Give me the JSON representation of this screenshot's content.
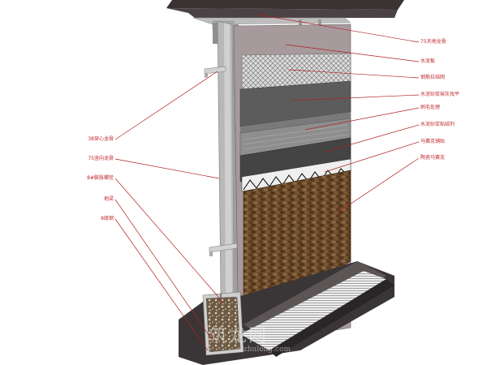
{
  "labels_right": [
    {
      "id": "r1",
      "text": "75天地龙骨"
    },
    {
      "id": "r2",
      "text": "水泥板"
    },
    {
      "id": "r3",
      "text": "钢筋拉结网"
    },
    {
      "id": "r4",
      "text": "水泥砂浆抹灰找平"
    },
    {
      "id": "r5",
      "text": "刷毛处理"
    },
    {
      "id": "r6",
      "text": "水泥砂浆粘结剂"
    },
    {
      "id": "r7",
      "text": "马赛克铺贴"
    },
    {
      "id": "r8",
      "text": "陶瓷马赛克"
    }
  ],
  "labels_left": [
    {
      "id": "l1",
      "text": "38穿心龙骨"
    },
    {
      "id": "l2",
      "text": "75竖向龙骨"
    },
    {
      "id": "l3",
      "text": "8#膨胀螺栓"
    },
    {
      "id": "l4",
      "text": "地梁"
    },
    {
      "id": "l5",
      "text": "8级钢"
    }
  ],
  "watermark": {
    "main": "筑龙网",
    "sub": "zhulong.com"
  },
  "colors": {
    "leader": "#b02020",
    "label_text": "#c0282d",
    "brick": "#6a4a2a",
    "base_block": "#3a3536",
    "ceiling_slab": "#4a4244"
  }
}
